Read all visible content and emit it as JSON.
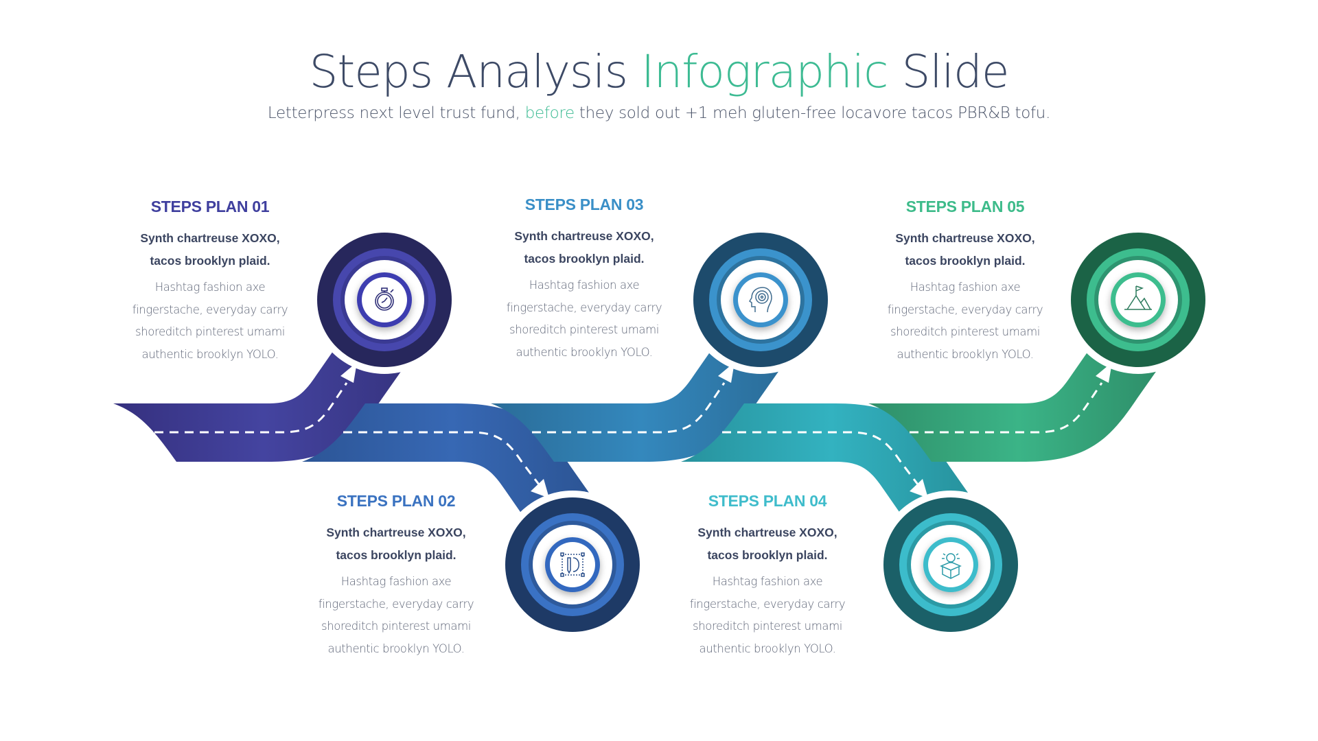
{
  "header": {
    "title_part1": "Steps Analysis ",
    "title_accent": "Infographic",
    "title_part2": " Slide",
    "subtitle_part1": "Letterpress next level trust fund, ",
    "subtitle_accent": "before",
    "subtitle_part2": " they sold out +1 meh gluten-free locavore tacos PBR&B tofu."
  },
  "colors": {
    "title": "#3d4a66",
    "accent": "#3dbb93",
    "step1": "#3f3f9e",
    "step2": "#3a72c0",
    "step3": "#3a8fc7",
    "step4": "#3fbccb",
    "step5": "#3dbb8a"
  },
  "steps": [
    {
      "heading": "STEPS PLAN 01",
      "bold_line1": "Synth chartreuse XOXO,",
      "bold_line2": "tacos brooklyn plaid.",
      "body_line1": "Hashtag fashion axe",
      "body_line2": "fingerstache, everyday carry",
      "body_line3": "shoreditch pinterest umami",
      "body_line4": "authentic brooklyn YOLO.",
      "icon": "stopwatch-icon"
    },
    {
      "heading": "STEPS PLAN 02",
      "bold_line1": "Synth chartreuse XOXO,",
      "bold_line2": "tacos brooklyn plaid.",
      "body_line1": "Hashtag fashion axe",
      "body_line2": "fingerstache, everyday carry",
      "body_line3": "shoreditch pinterest umami",
      "body_line4": "authentic brooklyn YOLO.",
      "icon": "design-pencil-gear-icon"
    },
    {
      "heading": "STEPS PLAN 03",
      "bold_line1": "Synth chartreuse XOXO,",
      "bold_line2": "tacos brooklyn plaid.",
      "body_line1": "Hashtag fashion axe",
      "body_line2": "fingerstache, everyday carry",
      "body_line3": "shoreditch pinterest umami",
      "body_line4": "authentic brooklyn YOLO.",
      "icon": "head-maze-icon"
    },
    {
      "heading": "STEPS PLAN 04",
      "bold_line1": "Synth chartreuse XOXO,",
      "bold_line2": "tacos brooklyn plaid.",
      "body_line1": "Hashtag fashion axe",
      "body_line2": "fingerstache, everyday carry",
      "body_line3": "shoreditch pinterest umami",
      "body_line4": "authentic brooklyn YOLO.",
      "icon": "lightbulb-box-icon"
    },
    {
      "heading": "STEPS PLAN 05",
      "bold_line1": "Synth chartreuse XOXO,",
      "bold_line2": "tacos brooklyn plaid.",
      "body_line1": "Hashtag fashion axe",
      "body_line2": "fingerstache, everyday carry",
      "body_line3": "shoreditch pinterest umami",
      "body_line4": "authentic brooklyn YOLO.",
      "icon": "mountain-flag-icon"
    }
  ]
}
